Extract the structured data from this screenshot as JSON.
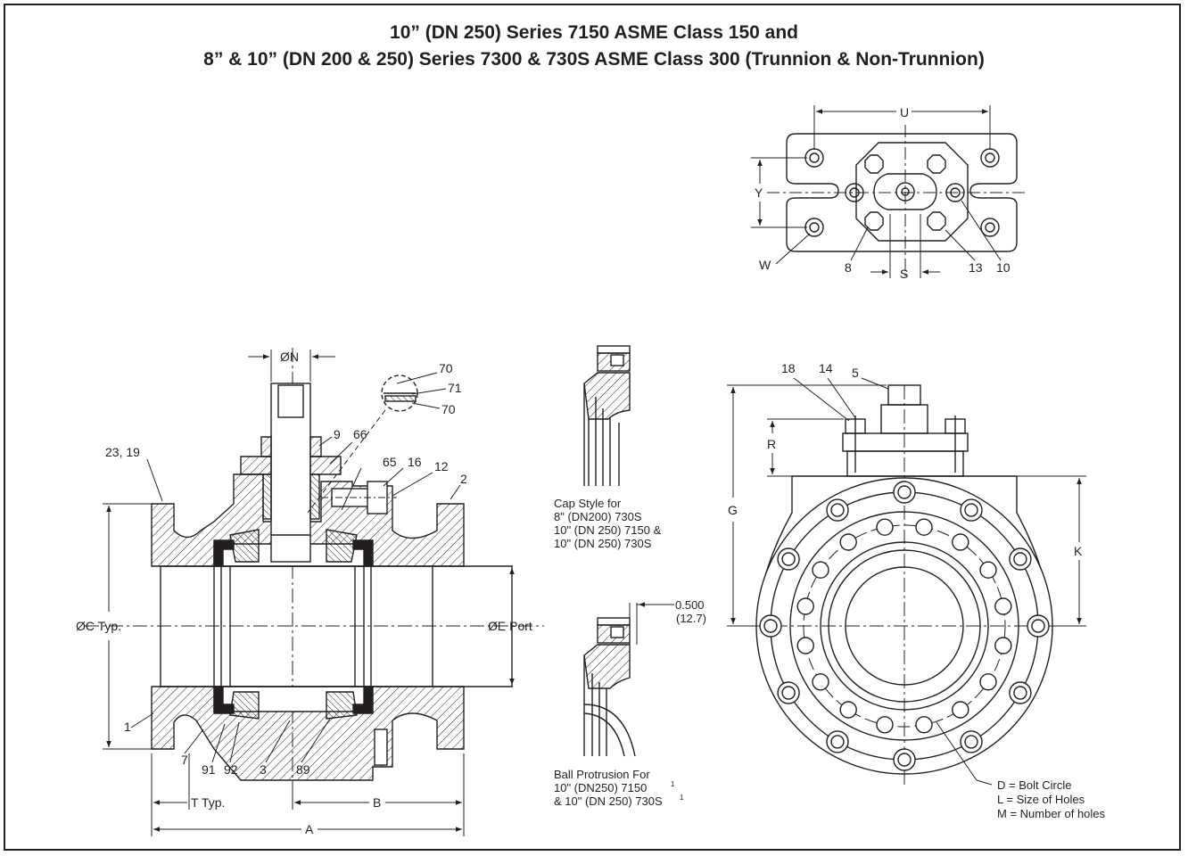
{
  "title": {
    "line1": "10” (DN 250) Series 7150 ASME Class 150 and",
    "line2": "8” & 10” (DN 200 & 250) Series 7300 & 730S ASME Class 300 (Trunnion & Non-Trunnion)"
  },
  "top_view": {
    "dim_u": "U",
    "dim_y": "Y",
    "dim_s": "S",
    "dim_w": "W",
    "part_8": "8",
    "part_13": "13",
    "part_10": "10"
  },
  "section_view": {
    "dim_n": "ØN",
    "dim_c": "ØC Typ.",
    "dim_e": "ØE Port",
    "dim_t": "T Typ.",
    "dim_a": "A",
    "dim_b": "B",
    "part_70a": "70",
    "part_71": "71",
    "part_70b": "70",
    "part_9": "9",
    "part_66": "66",
    "part_23_19": "23, 19",
    "part_65": "65",
    "part_16": "16",
    "part_12": "12",
    "part_2": "2",
    "part_1": "1",
    "part_7": "7",
    "part_91": "91",
    "part_92": "92",
    "part_3": "3",
    "part_89": "89"
  },
  "cap_detail": {
    "line1": "Cap Style for",
    "line2": "8\" (DN200) 730S",
    "line3": "10\" (DN 250) 7150 &",
    "line4": "10\" (DN 250) 730S"
  },
  "ball_detail": {
    "dim_in": "0.500",
    "dim_mm": "(12.7)",
    "line1": "Ball Protrusion For",
    "line2": "10\"  (DN250) 7150",
    "line3": "& 10\" (DN 250) 730S",
    "footnote_mark": "1"
  },
  "end_view": {
    "part_18": "18",
    "part_14": "14",
    "part_5": "5",
    "dim_r": "R",
    "dim_g": "G",
    "dim_k": "K",
    "legend_d": "D = Bolt Circle",
    "legend_l": "L = Size of Holes",
    "legend_m": "M = Number of holes"
  }
}
